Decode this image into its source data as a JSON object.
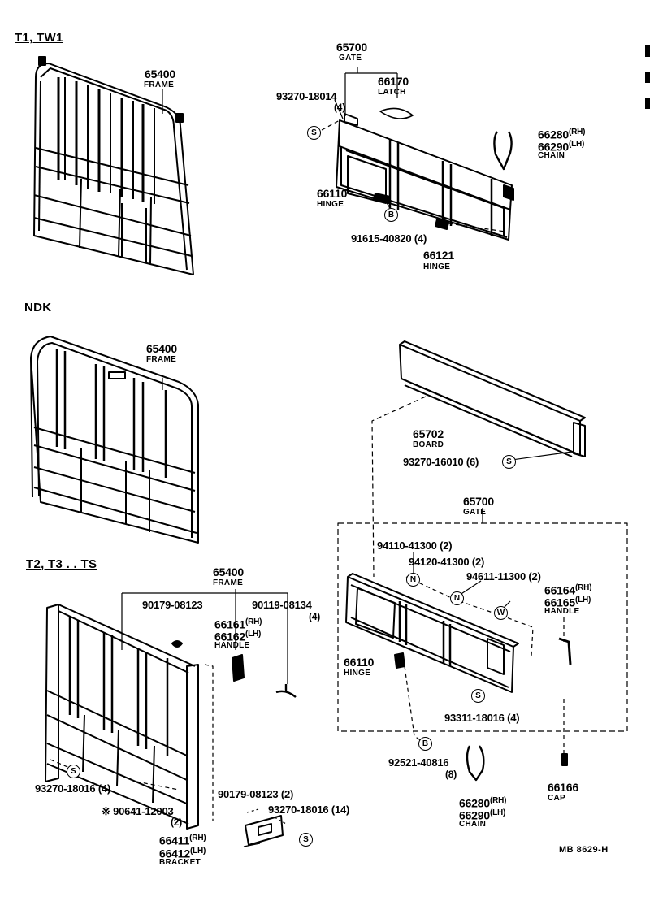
{
  "sections": {
    "top": "T1, TW1",
    "ndk": "NDK",
    "bottom": "T2, T3 . . TS"
  },
  "top": {
    "frame_no": "65400",
    "frame_name": "FRAME",
    "gate_no": "65700",
    "gate_name": "GATE",
    "bolt_no": "93270-18014",
    "bolt_qty": "(4)",
    "latch_no": "66170",
    "latch_name": "LATCH",
    "chain_rh": "66280",
    "chain_lh": "66290",
    "rh": "(RH)",
    "lh": "(LH)",
    "chain_name": "CHAIN",
    "hinge_no": "66110",
    "hinge_name": "HINGE",
    "rivet_no": "91615-40820 (4)",
    "hinge2_no": "66121",
    "hinge2_name": "HINGE"
  },
  "ndk": {
    "frame_no": "65400",
    "frame_name": "FRAME",
    "board_no": "65702",
    "board_name": "BOARD",
    "screw_no": "93270-16010 (6)"
  },
  "bottom": {
    "frame_no": "65400",
    "frame_name": "FRAME",
    "p1": "90179-08123",
    "handle_rh": "66161",
    "handle_lh": "66162",
    "rh": "(RH)",
    "lh": "(LH)",
    "handle_name": "HANDLE",
    "p2": "90119-08134",
    "p2_qty": "(4)",
    "screw_no": "93270-18016 (4)",
    "p3": "※ 90641-12003",
    "p3_qty": "(2)",
    "p4": "90179-08123 (2)",
    "p5": "93270-18016 (14)",
    "bracket_rh": "66411",
    "bracket_lh": "66412",
    "bracket_name": "BRACKET"
  },
  "gate2": {
    "gate_no": "65700",
    "gate_name": "GATE",
    "n1": "94110-41300 (2)",
    "n2": "94120-41300 (2)",
    "n3": "94611-11300 (2)",
    "handle_rh": "66164",
    "handle_lh": "66165",
    "rh": "(RH)",
    "lh": "(LH)",
    "handle_name": "HANDLE",
    "hinge_no": "66110",
    "hinge_name": "HINGE",
    "screw_no": "93311-18016 (4)",
    "pin_no": "92521-40816",
    "pin_qty": "(8)",
    "chain_rh": "66280",
    "chain_lh": "66290",
    "chain_name": "CHAIN",
    "cap_no": "66166",
    "cap_name": "CAP"
  },
  "symbols": {
    "s": "S",
    "b": "B",
    "n": "N",
    "w": "W"
  },
  "ref_code": "MB  8629-H"
}
